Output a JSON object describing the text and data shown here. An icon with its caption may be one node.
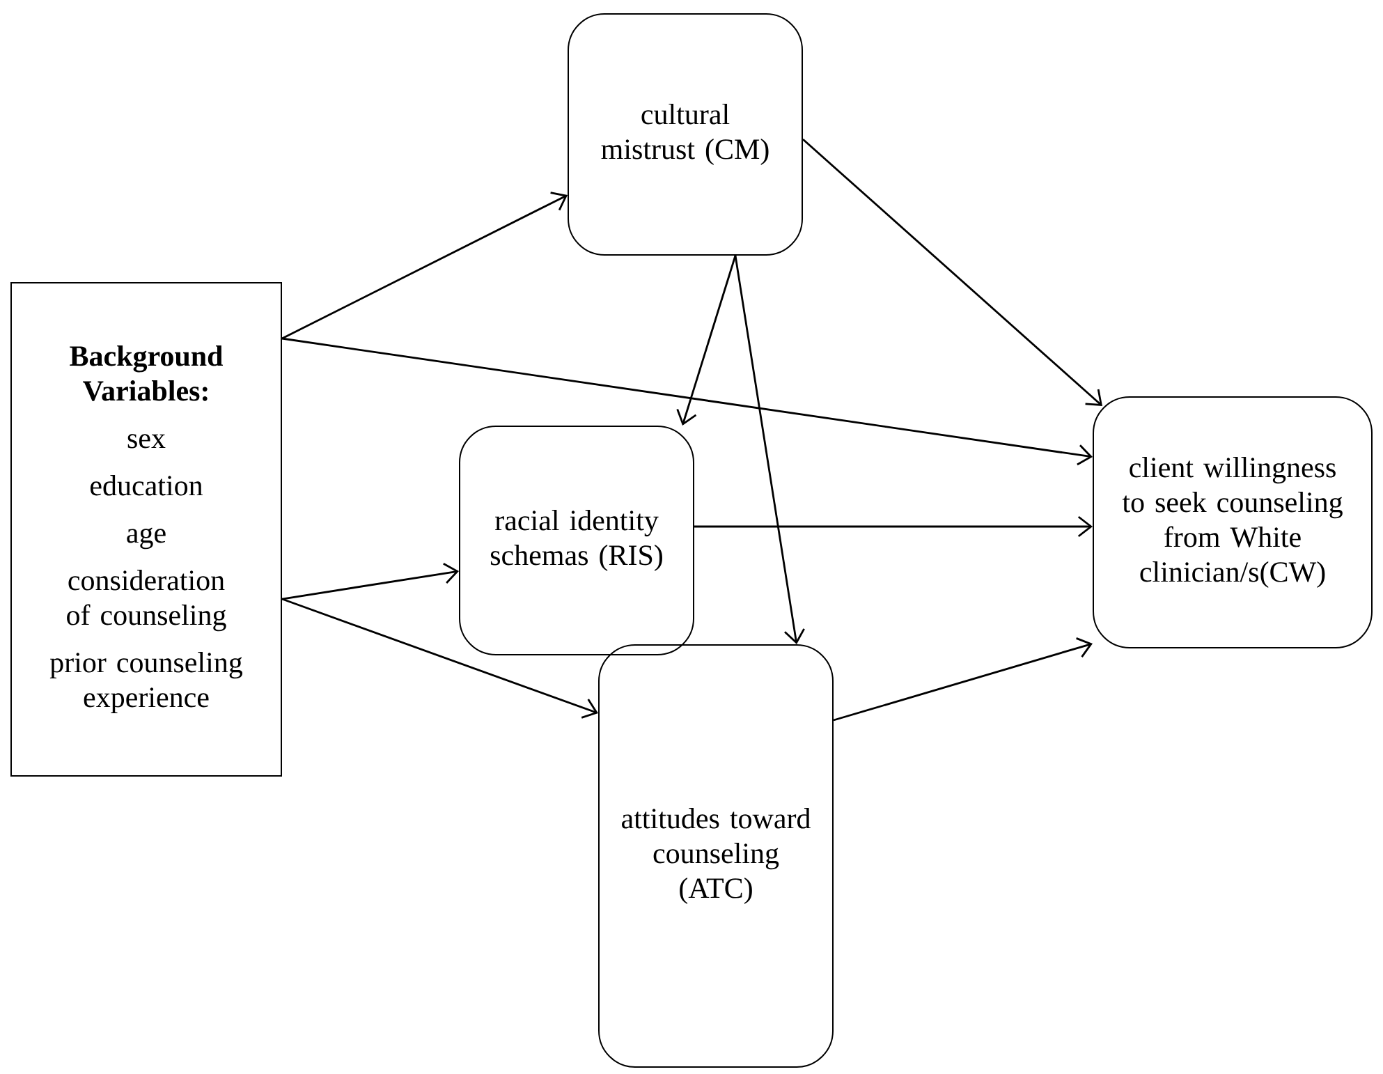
{
  "diagram": {
    "nodes": [
      {
        "text": [
          "Background Variables:",
          "sex",
          "education",
          "age",
          "consideration of counseling",
          "prior counseling experience"
        ]
      },
      {
        "text": [
          "cultural mistrust (CM)"
        ]
      },
      {
        "text": [
          "racial identity schemas (RIS)"
        ]
      },
      {
        "text": [
          "attitudes toward counseling (ATC)"
        ]
      },
      {
        "text": [
          "client willingness to seek counseling from White clinician/s(CW)"
        ]
      }
    ],
    "edges": [
      {
        "from": 0,
        "to": 1,
        "arrow": "to"
      },
      {
        "from": 0,
        "to": 4,
        "arrow": "to"
      },
      {
        "from": 1,
        "to": 2,
        "arrow": "to"
      },
      {
        "from": 1,
        "to": 3,
        "arrow": "to"
      },
      {
        "from": 1,
        "to": 4,
        "arrow": "to"
      },
      {
        "from": 0,
        "to": 2,
        "arrow": "to"
      },
      {
        "from": 0,
        "to": 3,
        "arrow": "to"
      },
      {
        "from": 2,
        "to": 4,
        "arrow": "to"
      },
      {
        "from": 3,
        "to": 4,
        "arrow": "to"
      }
    ]
  }
}
